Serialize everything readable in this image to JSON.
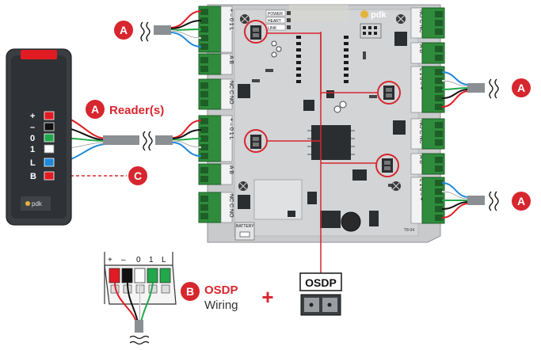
{
  "colors": {
    "accent_red": "#d7262e",
    "board_gray": "#c9cbcd",
    "connector_green": "#2f8c3c",
    "wire_red": "#e11b22",
    "wire_black": "#111111",
    "wire_green": "#22a84a",
    "wire_white": "#ffffff",
    "wire_blue": "#1e88d8",
    "reader_body": "#3a3d42"
  },
  "callouts": {
    "a_letter": "A",
    "b_letter": "B",
    "c_letter": "C",
    "readers_label": "Reader(s)",
    "osdp_title": "OSDP",
    "osdp_sub": "Wiring",
    "plus_sign": "+",
    "osdp_jumper_label": "OSDP"
  },
  "reader": {
    "brand": "pdk",
    "terminals": [
      "+",
      "–",
      "0",
      "1",
      "L",
      "B"
    ]
  },
  "board": {
    "brand": "pdk",
    "leds": [
      "POWER",
      "HEART",
      "LINK"
    ],
    "battery_label": "BATTERY",
    "model_code": "T8-04",
    "port_labels_left": [
      "+ – 0 1 L",
      "A B",
      "NC C NO",
      "+ – 0 1 L",
      "A B",
      "NC C NO"
    ],
    "port_labels_right": [
      "NO C NC",
      "A B",
      "L 1 0 – +",
      "NO C NC",
      "A B",
      "L 1 0 – +"
    ]
  },
  "osdp_connector": {
    "labels": [
      "+",
      "–",
      "0",
      "1",
      "L"
    ]
  },
  "icons": [
    "wire-break-icon",
    "screw-icon",
    "jumper-icon",
    "chip-icon"
  ]
}
